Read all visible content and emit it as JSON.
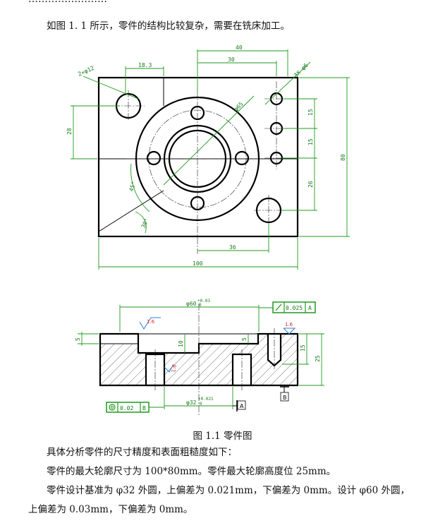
{
  "document": {
    "top_fragment": "……………………",
    "paragraph_intro": "如图 1. 1 所示，零件的结构比较复杂，需要在铣床加工。",
    "figure_caption": "图 1.1  零件图",
    "paragraph_analysis": "具体分析零件的尺寸精度和表面粗糙度如下：",
    "paragraph_outline": "零件的最大轮廓尺寸为 100*80mm。零件最大轮廓高度位 25mm。",
    "paragraph_datum_1": "零件设计基准为 φ32 外圆，上偏差为 0.021mm，下偏差为 0mm。设计 φ60 外圆，",
    "paragraph_datum_2": "上偏差为 0.03mm，下偏差为 0mm。"
  },
  "drawing": {
    "plan_dims": {
      "d40": "40",
      "d30": "30",
      "d18_3": "18.3",
      "d2x12": "2×φ12",
      "d3x6": "3X φ6",
      "d65": "φ65",
      "d15a": "15",
      "d15b": "15",
      "d26": "26",
      "d80": "80",
      "d28": "28",
      "a45": "45°",
      "a30": "30°",
      "d36": "36",
      "d100": "100"
    },
    "section_dims": {
      "d60": "φ60",
      "d60_tol": "+0.03",
      "d60_tol_low": "0",
      "fcf_top_value": "0.025",
      "fcf_top_datum": "A",
      "fcf_bottom_value": "0.02",
      "fcf_bottom_datum": "B",
      "d32": "φ32",
      "d32_tol": "+0.021",
      "d32_tol_low": "0",
      "datum_a": "A",
      "datum_b": "B",
      "d5a": "5",
      "d5b": "5",
      "d10": "10",
      "d15": "15",
      "d25": "25",
      "r16a": "1.6",
      "r16b": "1.6",
      "r16c": "1.6"
    }
  }
}
